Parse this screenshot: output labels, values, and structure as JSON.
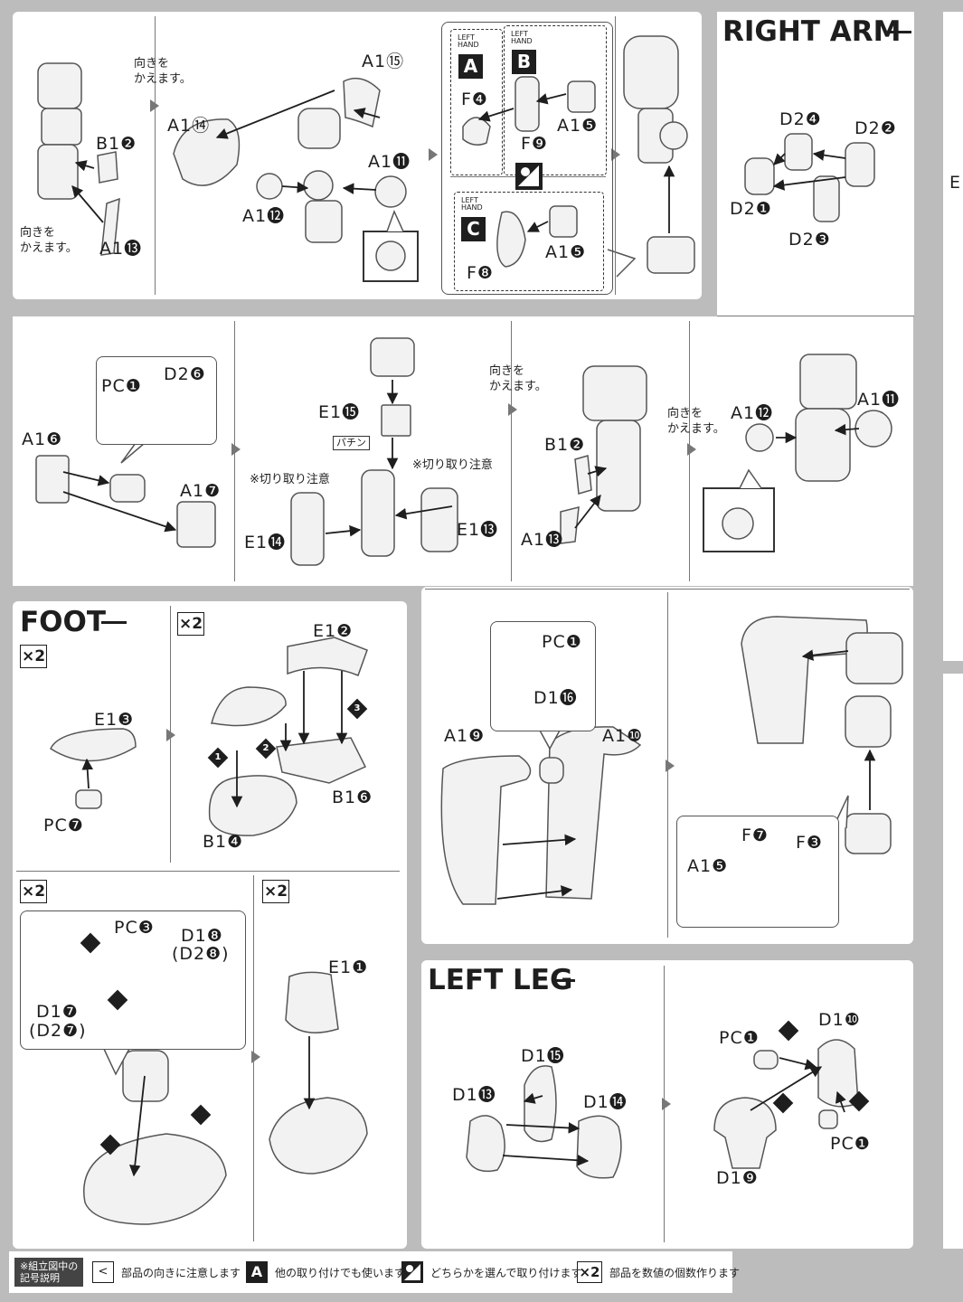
{
  "top": {
    "turn_label_1": "向きを\nかえます。",
    "turn_label_2": "向きを\nかえます。",
    "labels": [
      "A1⑮",
      "A1⑭",
      "B1❷",
      "A1⓫",
      "A1⓬",
      "A1⓭"
    ],
    "hands": {
      "a_title": "LEFT\nHAND",
      "a_letter": "A",
      "b_title": "LEFT\nHAND",
      "b_letter": "B",
      "c_title": "LEFT\nHAND",
      "c_letter": "C",
      "f4": "F❹",
      "f9": "F❾",
      "a15a": "A1❺",
      "a15b": "A1❺",
      "f8": "F❽"
    }
  },
  "right_arm": {
    "title": "RIGHT ARM",
    "parts": [
      "D2❹",
      "D2❷",
      "D2❶",
      "D2❸"
    ]
  },
  "mid": {
    "pc1": "PC❶",
    "d26": "D2❻",
    "a16": "A1❻",
    "a17": "A1❼",
    "e15": "E1⓯",
    "pachin": "パチン",
    "caution1": "※切り取り注意",
    "caution2": "※切り取り注意",
    "e14": "E1⓮",
    "e13": "E1⓭",
    "turn3": "向きを\nかえます。",
    "b12": "B1❷",
    "a113": "A1⓭",
    "turn4": "向きを\nかえます。",
    "a112": "A1⓬",
    "a111": "A1⓫"
  },
  "foot": {
    "title": "FOOT",
    "x2a": "×2",
    "x2b": "×2",
    "x2c": "×2",
    "x2d": "×2",
    "e13": "E1❸",
    "pc7": "PC❼",
    "e12": "E1❷",
    "b16": "B1❻",
    "b14": "B1❹",
    "pc3": "PC❸",
    "d18": "D1❽",
    "d28": "(D2❽)",
    "d17": "D1❼",
    "d27": "(D2❼)",
    "e11": "E1❶",
    "steps": [
      "1",
      "2",
      "3"
    ]
  },
  "backpack": {
    "pc1": "PC❶",
    "d16": "D1⓰",
    "a19": "A1❾",
    "a110": "A1❿",
    "f7": "F❼",
    "f3": "F❸",
    "a15": "A1❺"
  },
  "left_leg": {
    "title": "LEFT LEG",
    "d115": "D1⓯",
    "d113": "D1⓭",
    "d114": "D1⓮",
    "pc1a": "PC❶",
    "d110": "D1❿",
    "pc1b": "PC❶",
    "d19": "D1❾"
  },
  "legend": {
    "header": "※組立図中の\n記号説明",
    "item1": "部品の向きに注意します",
    "item2_letter": "A",
    "item2": "他の取り付けでも使います",
    "item3": "どちらかを選んで取り付けます",
    "item4_badge": "×2",
    "item4": "部品を数値の個数作ります"
  },
  "right_edge": {
    "letter": "E"
  },
  "colors": {
    "page_bg": "#bcbcbc",
    "panel_bg": "#ffffff",
    "ink": "#1e1e1e",
    "part_fill": "#f2f2f2",
    "part_stroke": "#555555"
  }
}
